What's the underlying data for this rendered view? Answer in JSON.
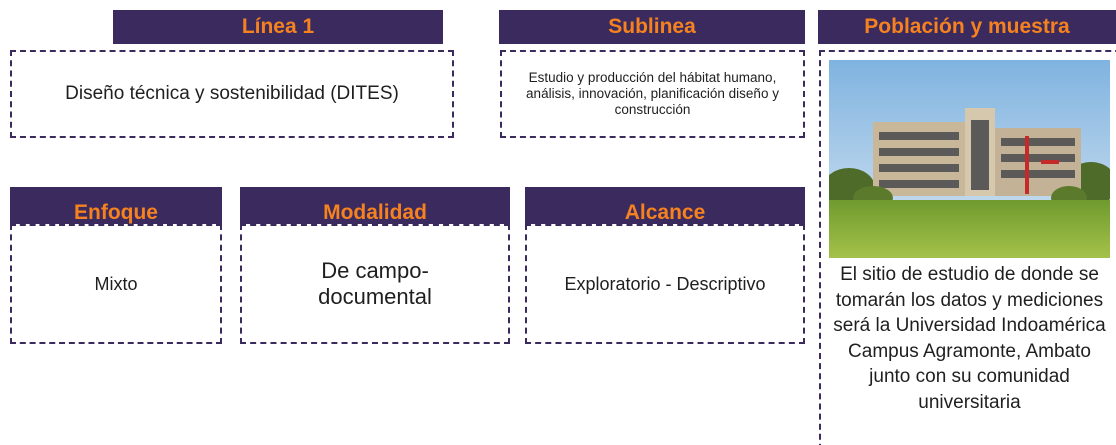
{
  "linea": {
    "header": "Línea 1",
    "content": "Diseño técnica y sostenibilidad (DITES)"
  },
  "sublinea": {
    "header": "Sublinea",
    "content": "Estudio y producción del hábitat humano, análisis, innovación, planificación diseño y construcción"
  },
  "poblacion": {
    "header": "Población y muestra",
    "description": "El sitio de estudio de donde se tomarán los datos y mediciones será la Universidad Indoamérica Campus Agramonte, Ambato junto con su comunidad universitaria"
  },
  "enfoque": {
    "header": "Enfoque",
    "content": "Mixto"
  },
  "modalidad": {
    "header": "Modalidad",
    "content": "De campo-documental"
  },
  "alcance": {
    "header": "Alcance",
    "content": "Exploratorio - Descriptivo"
  },
  "colors": {
    "header_bg": "#3b2a5e",
    "header_text": "#f5821f",
    "dash_border": "#3b2a5e"
  }
}
